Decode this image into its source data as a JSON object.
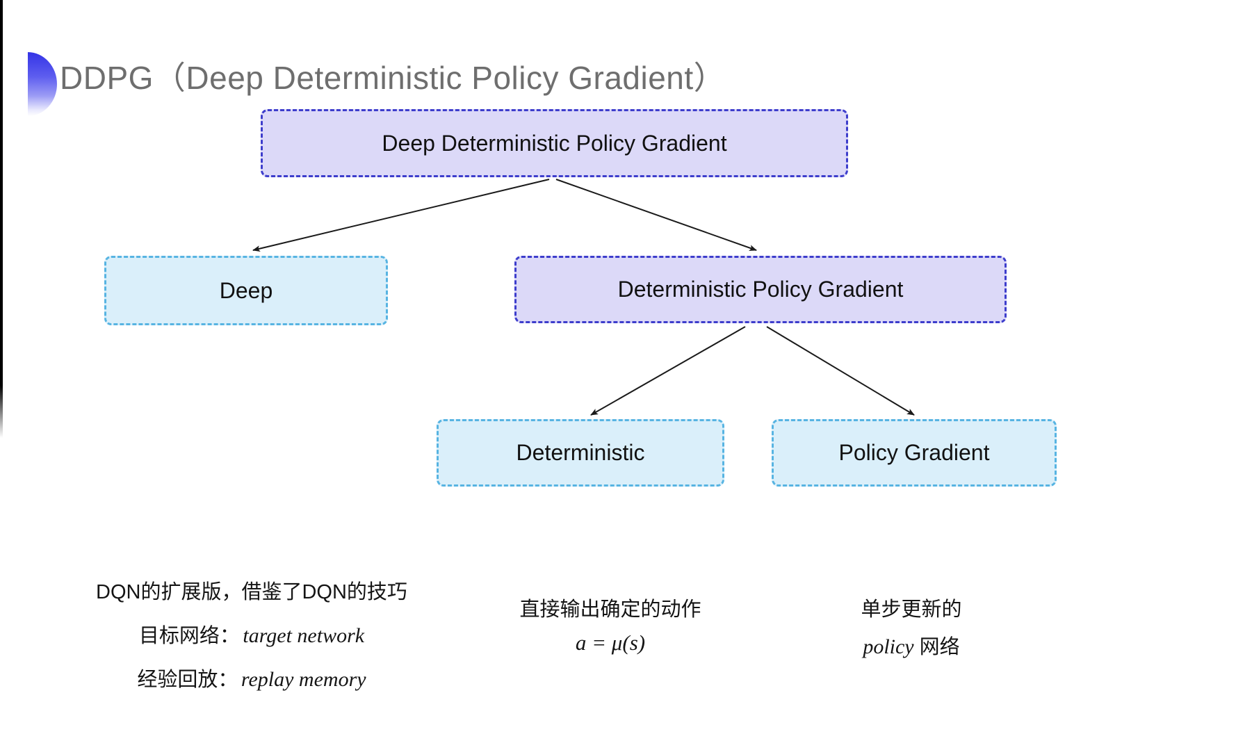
{
  "title": {
    "text": "DDPG（Deep Deterministic Policy Gradient）",
    "color": "#6e6e6e"
  },
  "decor": {
    "bullet_icon": "blue-gradient-half-disc"
  },
  "colors": {
    "purple_fill": "#dcd9f8",
    "purple_border": "#3d3dcc",
    "cyan_fill": "#daeffa",
    "cyan_border": "#57b4e2",
    "arrow": "#1a1a1a",
    "title_gray": "#6e6e6e"
  },
  "diagram": {
    "nodes": [
      {
        "id": "root",
        "label": "Deep Deterministic Policy Gradient",
        "variant": "purple"
      },
      {
        "id": "deep",
        "label": "Deep",
        "variant": "cyan"
      },
      {
        "id": "dpg",
        "label": "Deterministic Policy Gradient",
        "variant": "purple"
      },
      {
        "id": "deterministic",
        "label": "Deterministic",
        "variant": "cyan"
      },
      {
        "id": "policy_gradient",
        "label": "Policy Gradient",
        "variant": "cyan"
      }
    ],
    "edges": [
      {
        "from": "root",
        "to": "deep"
      },
      {
        "from": "root",
        "to": "dpg"
      },
      {
        "from": "dpg",
        "to": "deterministic"
      },
      {
        "from": "dpg",
        "to": "policy_gradient"
      }
    ]
  },
  "notes": {
    "dqn": {
      "line1": "DQN的扩展版，借鉴了DQN的技巧",
      "line2_zh": "目标网络：",
      "line2_en": "target network",
      "line3_zh": "经验回放：",
      "line3_en": "replay memory"
    },
    "deterministic": {
      "line1": "直接输出确定的动作",
      "formula": "a = μ(s)"
    },
    "policy_gradient": {
      "line1": "单步更新的",
      "line2_en": "policy",
      "line2_zh": " 网络"
    }
  }
}
